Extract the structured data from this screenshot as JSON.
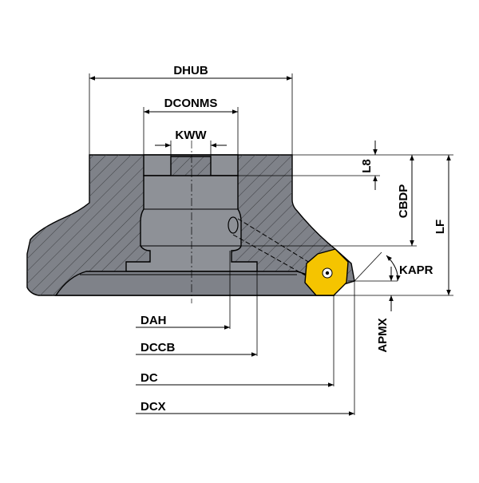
{
  "labels": {
    "dhub": "DHUB",
    "dconms": "DCONMS",
    "kww": "KWW",
    "l8": "L8",
    "cbdp": "CBDP",
    "lf": "LF",
    "kapr": "KAPR",
    "apmx": "APMX",
    "dah": "DAH",
    "dccb": "DCCB",
    "dc": "DC",
    "dcx": "DCX"
  },
  "colors": {
    "body": "#7f8289",
    "bore": "#8e9197",
    "insert": "#f5c400",
    "line": "#000000"
  }
}
